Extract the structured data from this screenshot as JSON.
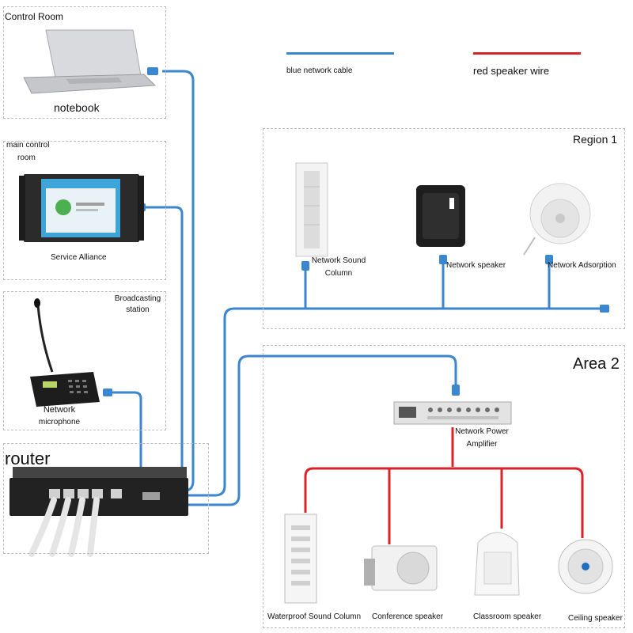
{
  "legend": {
    "blue_label": "blue network cable",
    "red_label": "red speaker wire",
    "blue_color": "#3a86cf",
    "red_color": "#d8232a"
  },
  "control_room": {
    "title": "Control Room",
    "device_label": "notebook"
  },
  "main_control": {
    "title_line1": "main control",
    "title_line2": "room",
    "device_label": "Service Alliance"
  },
  "broadcasting": {
    "title_line1": "Broadcasting",
    "title_line2": "station",
    "device_line1": "Network",
    "device_line2": "microphone"
  },
  "router": {
    "label": "router"
  },
  "region1": {
    "title": "Region 1",
    "devices": [
      {
        "line1": "Network Sound",
        "line2": "Column"
      },
      {
        "line1": "Network speaker",
        "line2": ""
      },
      {
        "line1": "Network Adsorption",
        "line2": ""
      }
    ]
  },
  "area2": {
    "title": "Area 2",
    "amplifier": {
      "line1": "Network Power",
      "line2": "Amplifier"
    },
    "speakers": [
      "Waterproof Sound Column",
      "Conference speaker",
      "Classroom speaker",
      "Ceiling speaker"
    ]
  }
}
